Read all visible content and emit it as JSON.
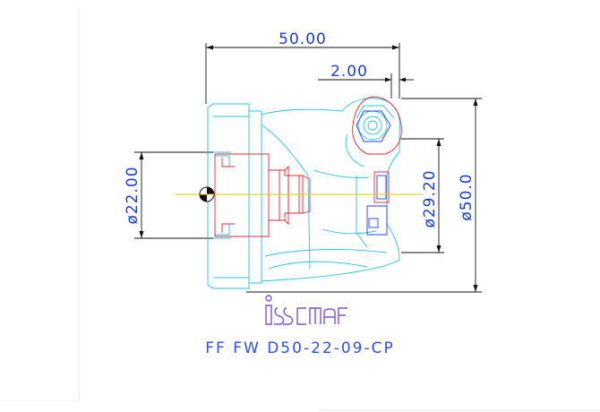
{
  "drawing": {
    "dimensions": {
      "overall_length": "50.00",
      "offset": "2.00",
      "bore_diameter": "ø22.00",
      "inner_diameter": "ø29.20",
      "outer_diameter": "ø50.0"
    },
    "part_number": "FF FW D50-22-09-CP",
    "colors": {
      "dimension_text": "#1a3dd6",
      "outline_cyan": "#22c4d8",
      "hidden_red": "#e0263a",
      "detail_blue": "#2a3de0",
      "center_yellow": "#e8d21c",
      "logo_purple": "#7b4fd6"
    }
  }
}
